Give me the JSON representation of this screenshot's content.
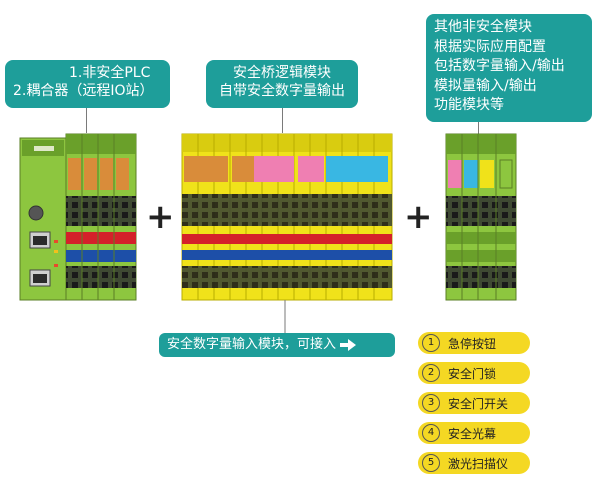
{
  "callouts": {
    "left": [
      "1.非安全PLC",
      "2.耦合器（远程IO站）"
    ],
    "middle": [
      "安全桥逻辑模块",
      "自带安全数字量输出"
    ],
    "right": [
      "其他非安全模块",
      "根据实际应用配置",
      "包括数字量输入/输出",
      "模拟量输入/输出",
      "功能模块等"
    ]
  },
  "plus_sign": "+",
  "bottom_callout": {
    "text": "安全数字量输入模块，可接入",
    "arrow": "arrow-right-icon"
  },
  "legend": [
    {
      "num": "1",
      "label": "急停按钮"
    },
    {
      "num": "2",
      "label": "安全门锁"
    },
    {
      "num": "3",
      "label": "安全门开关"
    },
    {
      "num": "4",
      "label": "安全光幕"
    },
    {
      "num": "5",
      "label": "激光扫描仪"
    }
  ],
  "colors": {
    "teal": "#1e9e9a",
    "module_green": "#8dc63f",
    "module_yellow": "#f0e21a",
    "terminal_red": "#d4202a",
    "terminal_blue": "#1d4fa8",
    "label_orange": "#d98c3a",
    "label_pink": "#ef7fb2",
    "label_cyan": "#39b7e3",
    "pill_yellow": "#f4d823"
  }
}
